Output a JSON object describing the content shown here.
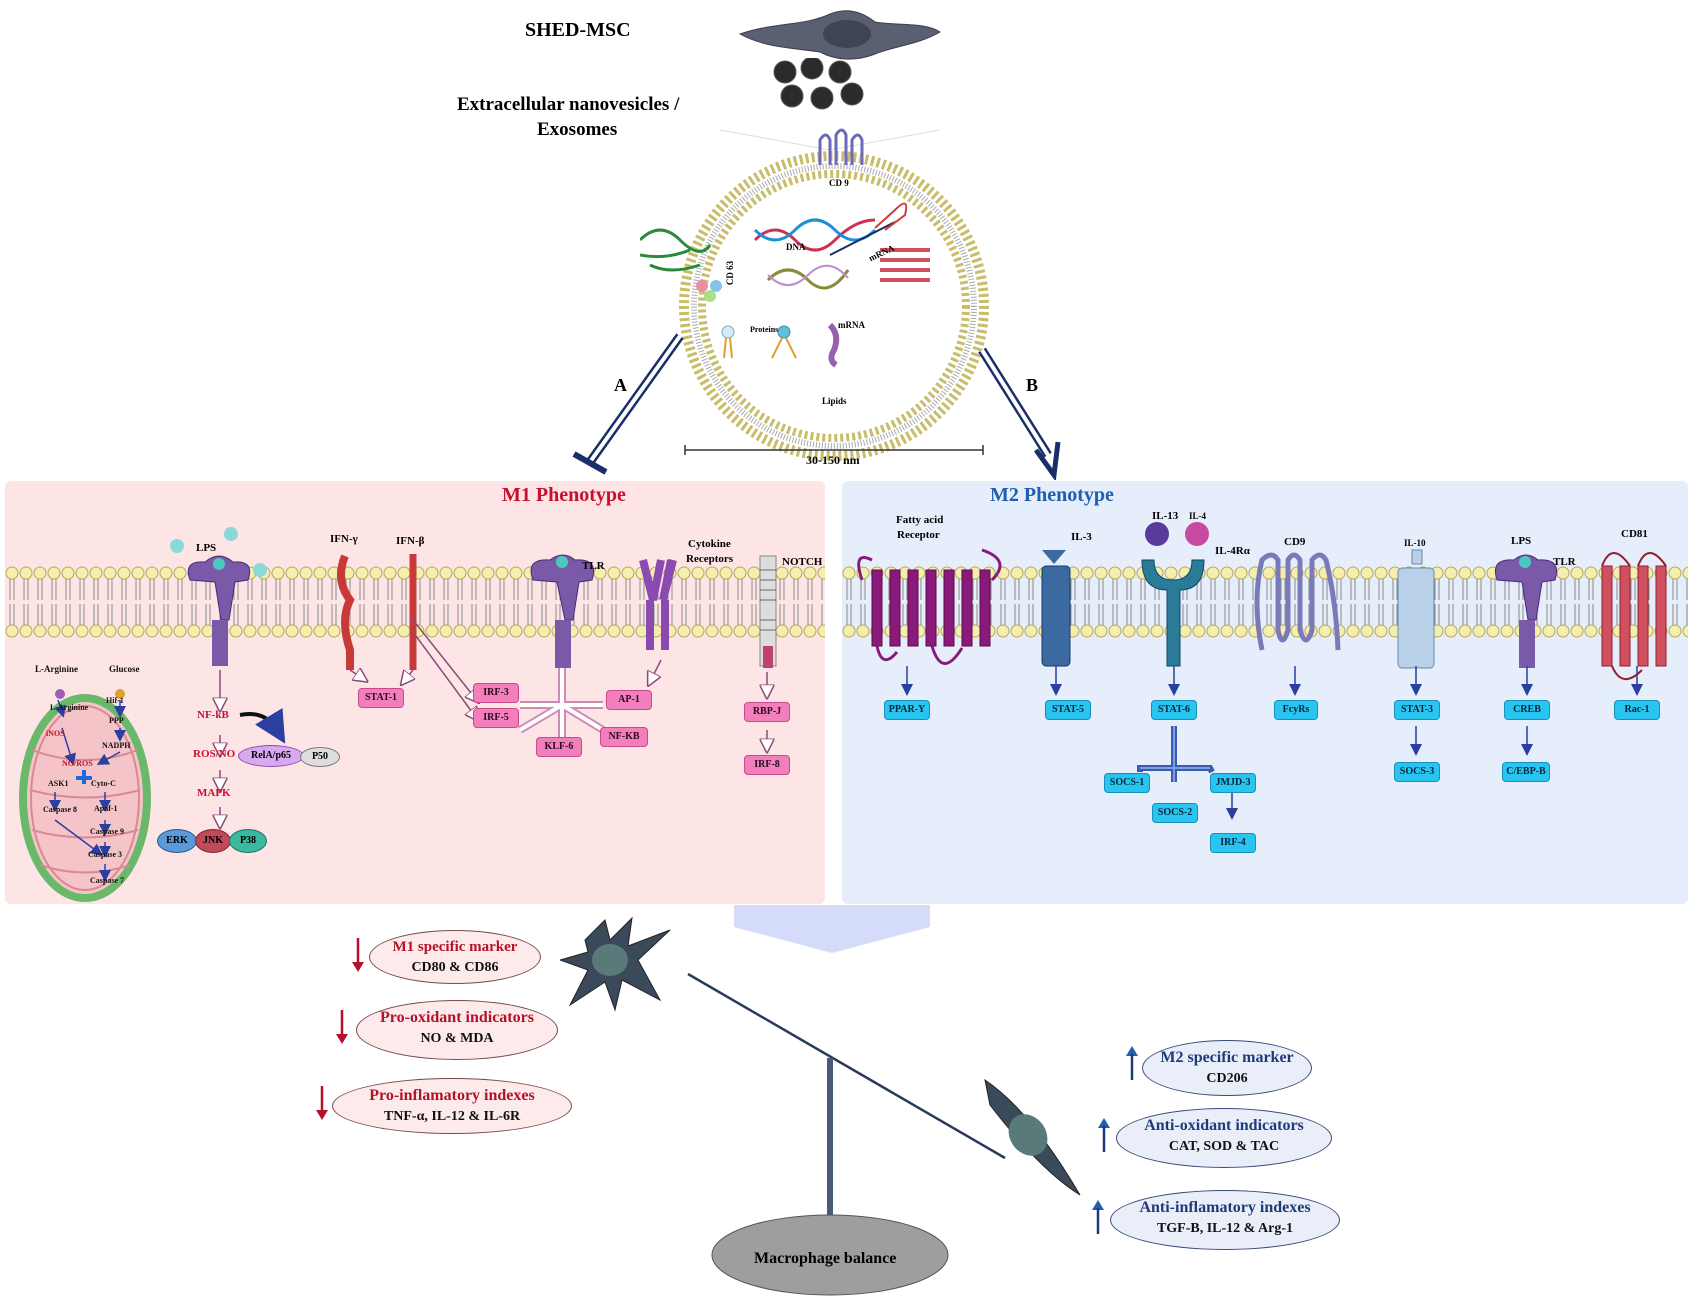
{
  "header": {
    "shed": "SHED-MSC",
    "exo_line1": "Extracellular nanovesicles /",
    "exo_line2": "Exosomes"
  },
  "vesicle": {
    "cd9": "CD 9",
    "cd63": "CD 63",
    "dna": "DNA",
    "mrna1": "mRNA",
    "mrna2": "mRNA",
    "proteins": "Proteins",
    "lipids": "Lipids",
    "size": "30-150 nm",
    "path_a": "A",
    "path_b": "B"
  },
  "m1": {
    "title": "M1 Phenotype",
    "receptors": {
      "lps": "LPS",
      "ifng": "IFN-γ",
      "ifnb": "IFN-β",
      "tlr": "TLR",
      "cytokine1": "Cytokine",
      "cytokine2": "Receptors",
      "notch": "NOTCH"
    },
    "nodes": {
      "stat1": "STAT-1",
      "irf3": "IRF-3",
      "irf5": "IRF-5",
      "klf6": "KLF-6",
      "ap1": "AP-1",
      "nfkb_box": "NF-KB",
      "rbpj": "RBP-J",
      "irf8": "IRF-8"
    },
    "cascade": {
      "nfkb": "NF-kB",
      "rosno": "ROS/NO",
      "mapk": "MAPK",
      "rela": "RelA/p65",
      "p50": "P50",
      "erk": "ERK",
      "jnk": "JNK",
      "p38": "P38"
    },
    "mito": {
      "larg_top": "L-Arginine",
      "glucose": "Glucose",
      "larg": "L-Arginine",
      "hif": "Hif-1",
      "ppp": "PPP",
      "inos": "iNOS",
      "nadph": "NADPH",
      "noros": "NO/ROS",
      "ask1": "ASK1",
      "cytc": "Cyto-C",
      "casp8": "Caspase 8",
      "apaf": "Apaf-1",
      "casp9": "Caspase 9",
      "casp3": "Caspase 3",
      "casp7": "Caspase 7"
    }
  },
  "m2": {
    "title": "M2 Phenotype",
    "receptors": {
      "fatty1": "Fatty acid",
      "fatty2": "Receptor",
      "il3": "IL-3",
      "il13": "IL-13",
      "il4": "IL-4",
      "il4ra": "IL-4Rα",
      "cd9": "CD9",
      "il10": "IL-10",
      "lps": "LPS",
      "tlr": "TLR",
      "cd81": "CD81"
    },
    "nodes": {
      "ppary": "PPAR-Y",
      "stat5": "STAT-5",
      "stat6": "STAT-6",
      "fcyrs": "FcyRs",
      "stat3": "STAT-3",
      "creb": "CREB",
      "rac1": "Rac-1",
      "socs1": "SOCS-1",
      "socs2": "SOCS-2",
      "jmjd3": "JMJD-3",
      "irf4": "IRF-4",
      "socs3": "SOCS-3",
      "cebpb": "C/EBP-B"
    }
  },
  "outcomes": {
    "m1_marker_title": "M1 specific marker",
    "m1_marker_sub": "CD80 & CD86",
    "prooxidant_title": "Pro-oxidant indicators",
    "prooxidant_sub": "NO & MDA",
    "proinflam_title": "Pro-inflamatory indexes",
    "proinflam_sub": "TNF-α, IL-12 & IL-6R",
    "m2_marker_title": "M2 specific marker",
    "m2_marker_sub": "CD206",
    "antioxidant_title": "Anti-oxidant indicators",
    "antioxidant_sub": "CAT, SOD & TAC",
    "antiinflam_title": "Anti-inflamatory indexes",
    "antiinflam_sub": "TGF-B, IL-12 & Arg-1",
    "balance": "Macrophage balance"
  },
  "colors": {
    "m1_panel": "#fde5e5",
    "m2_panel": "#e6eefb",
    "m1_title": "#c8102e",
    "m2_title": "#1f5fae",
    "pink_node": "#f27fbc",
    "cyan_node": "#29c4ef"
  },
  "icons": [
    "cell-icon",
    "exosome-icon",
    "receptor-icon",
    "mitochondria-icon",
    "macrophage-icon",
    "arrow-down-icon",
    "arrow-up-icon"
  ]
}
